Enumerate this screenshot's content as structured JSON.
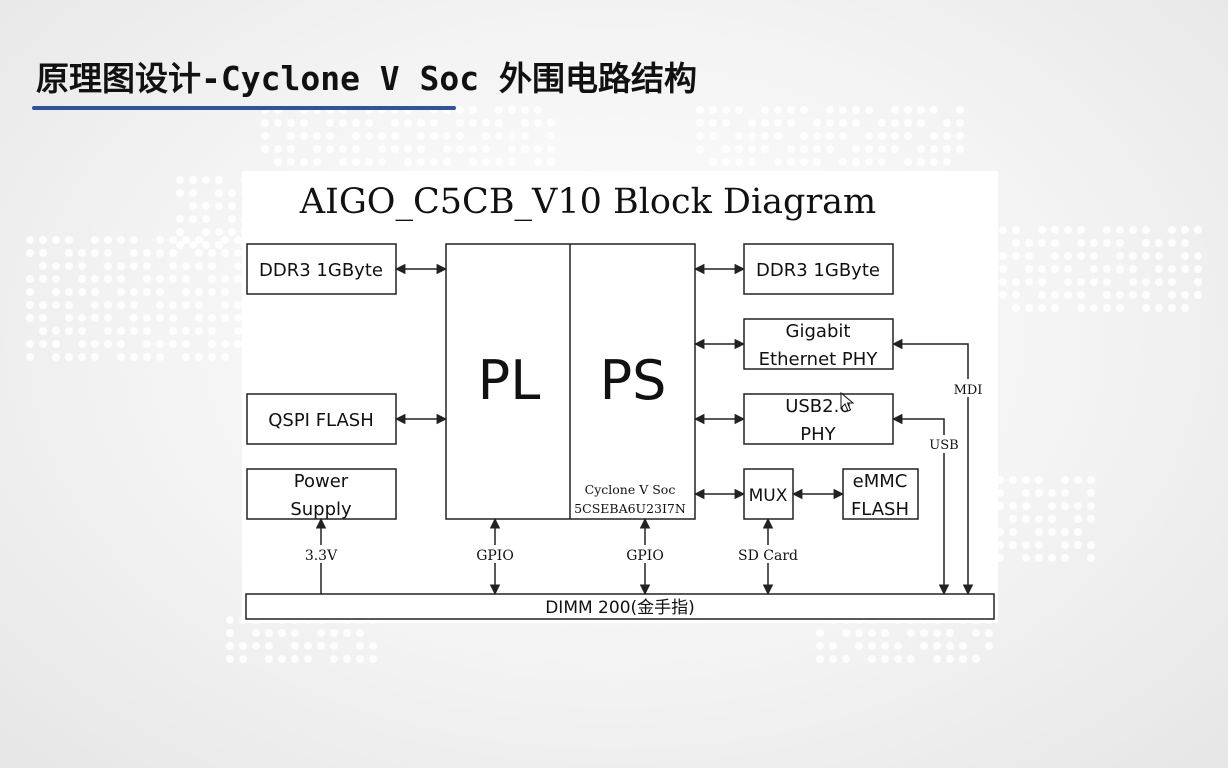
{
  "slide": {
    "title": "原理图设计-Cyclone V Soc 外围电路结构"
  },
  "diagram": {
    "title": "AIGO_C5CB_V10 Block Diagram",
    "blocks": {
      "ddr3_left": "DDR3 1GByte",
      "qspi": "QSPI FLASH",
      "power_l1": "Power",
      "power_l2": "Supply",
      "pl": "PL",
      "ps": "PS",
      "soc_name": "Cyclone V Soc",
      "soc_part": "5CSEBA6U23I7N",
      "ddr3_right": "DDR3 1GByte",
      "eth_l1": "Gigabit",
      "eth_l2": "Ethernet PHY",
      "usb_l1": "USB2.0",
      "usb_l2": "PHY",
      "mux": "MUX",
      "emmc_l1": "eMMC",
      "emmc_l2": "FLASH",
      "dimm": "DIMM 200(金手指)"
    },
    "signals": {
      "v33": "3.3V",
      "gpio_pl": "GPIO",
      "gpio_ps": "GPIO",
      "sd_card": "SD Card",
      "mdi": "MDI",
      "usb": "USB"
    }
  },
  "colors": {
    "title_underline": "#2f5597",
    "background": "#efefef",
    "diagram_line": "#222222"
  },
  "icons": {
    "cursor": "mouse-pointer-icon"
  }
}
